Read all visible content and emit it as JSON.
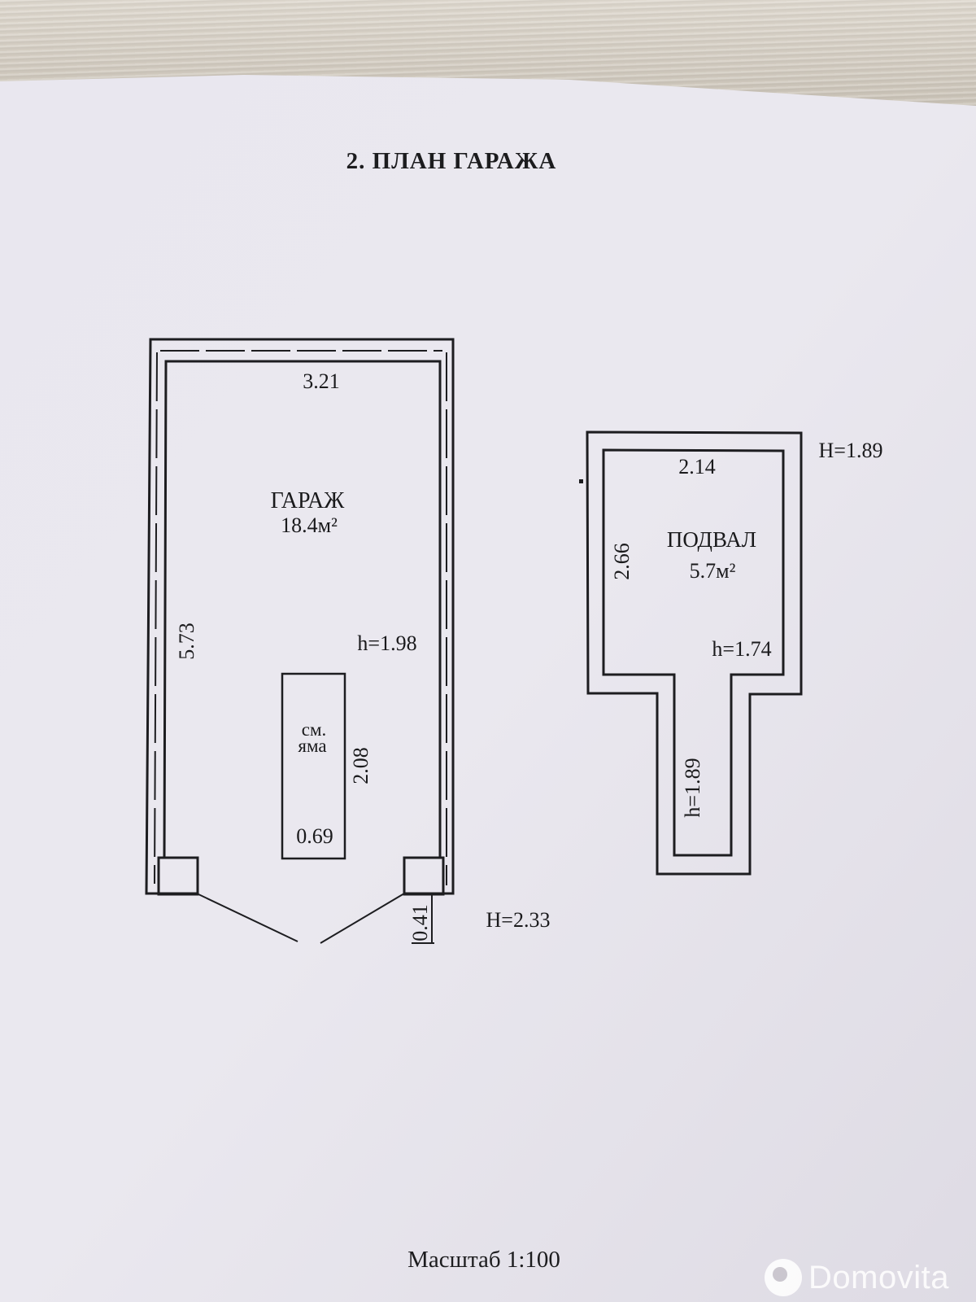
{
  "document": {
    "title": "2. ПЛАН  ГАРАЖА",
    "scale": "Масштаб 1:100"
  },
  "garage": {
    "name": "ГАРАЖ",
    "area": "18.4м²",
    "width_dim": "3.21",
    "length_dim": "5.73",
    "room_height": "h=1.98",
    "building_height": "H=2.33",
    "gate_dim": "0.41"
  },
  "pit": {
    "label_line1": "см.",
    "label_line2": "яма",
    "length_dim": "2.08",
    "width_dim": "0.69"
  },
  "basement": {
    "name": "ПОДВАЛ",
    "area": "5.7м²",
    "width_dim": "2.14",
    "length_dim": "2.66",
    "room_height": "h=1.74",
    "outer_height": "H=1.89",
    "passage_height": "h=1.89"
  },
  "watermark": {
    "text": "Domovita"
  }
}
